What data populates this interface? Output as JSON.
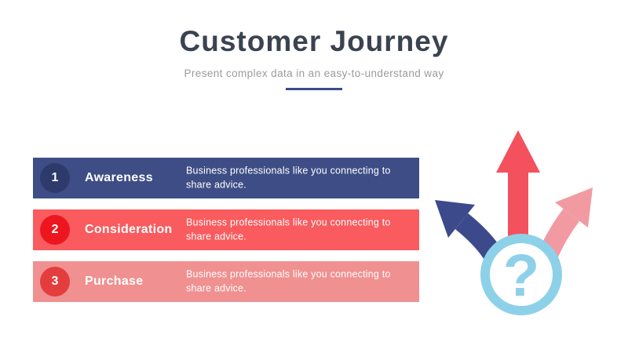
{
  "header": {
    "title": "Customer Journey",
    "subtitle": "Present complex data in an easy-to-understand way",
    "title_color": "#3b4250",
    "subtitle_color": "#9b9b9b",
    "divider_color": "#3c4c8e"
  },
  "journey": {
    "rows": [
      {
        "number": "1",
        "label": "Awareness",
        "description_line1": "Business professionals like you connecting to",
        "description_line2": "share advice.",
        "bar_color": "#3e4d85",
        "badge_color": "#2d3a6b"
      },
      {
        "number": "2",
        "label": "Consideration",
        "description_line1": "Business professionals like you connecting to",
        "description_line2": "share advice.",
        "bar_color": "#f95b5e",
        "badge_color": "#ed161f"
      },
      {
        "number": "3",
        "label": "Purchase",
        "description_line1": "Business professionals like you connecting to",
        "description_line2": "share advice.",
        "bar_color": "#f09090",
        "badge_color": "#e43d3d"
      }
    ]
  },
  "illustration": {
    "question_mark": "?",
    "circle_color": "#8dd1e9",
    "up_arrow_color": "#f4515e",
    "left_arrow_color": "#3c4a8c",
    "right_arrow_color": "#f29aa2"
  }
}
